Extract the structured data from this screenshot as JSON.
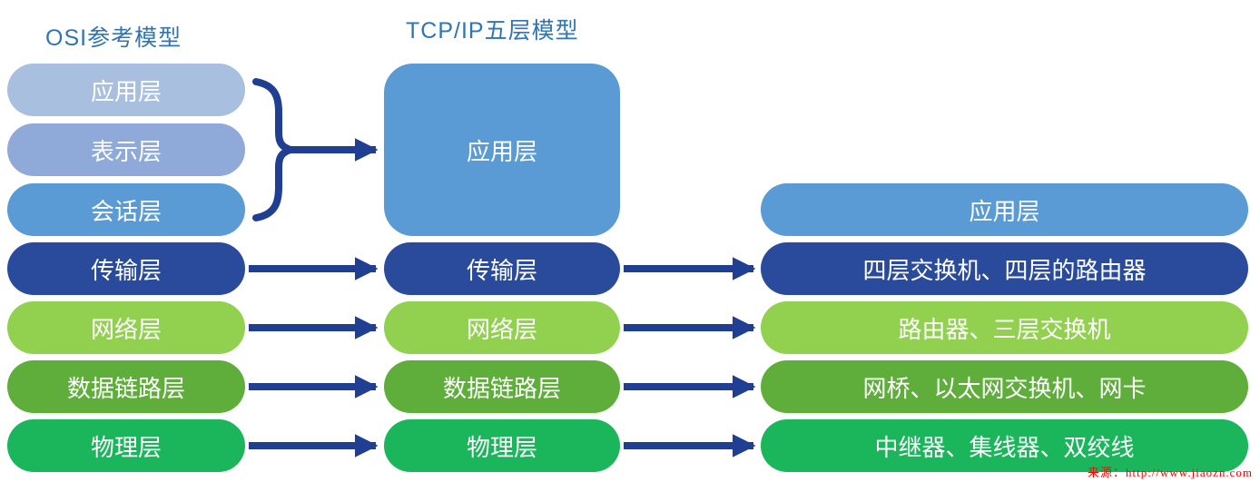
{
  "columns": {
    "osi": {
      "title": "OSI参考模型",
      "layers": [
        {
          "label": "应用层",
          "color": "#a9bfe0"
        },
        {
          "label": "表示层",
          "color": "#8fa9d8"
        },
        {
          "label": "会话层",
          "color": "#5b9bd5"
        },
        {
          "label": "传输层",
          "color": "#2a4b9b"
        },
        {
          "label": "网络层",
          "color": "#92d050"
        },
        {
          "label": "数据链路层",
          "color": "#5fae3b"
        },
        {
          "label": "物理层",
          "color": "#1bb55c"
        }
      ]
    },
    "tcpip": {
      "title": "TCP/IP五层模型",
      "layers": [
        {
          "label": "应用层",
          "color": "#5b9bd5"
        },
        {
          "label": "传输层",
          "color": "#2a4b9b"
        },
        {
          "label": "网络层",
          "color": "#92d050"
        },
        {
          "label": "数据链路层",
          "color": "#5fae3b"
        },
        {
          "label": "物理层",
          "color": "#1bb55c"
        }
      ]
    },
    "devices": {
      "layers": [
        {
          "label": "应用层",
          "color": "#5b9bd5"
        },
        {
          "label": "四层交换机、四层的路由器",
          "color": "#2a4b9b"
        },
        {
          "label": "路由器、三层交换机",
          "color": "#92d050"
        },
        {
          "label": "网桥、以太网交换机、网卡",
          "color": "#5fae3b"
        },
        {
          "label": "中继器、集线器、双绞线",
          "color": "#1bb55c"
        }
      ]
    }
  },
  "colors": {
    "arrow": "#203f92",
    "title": "#2e75b6",
    "watermark": "#ff0000"
  },
  "watermark": "来源：http://www.jiaozn.com"
}
